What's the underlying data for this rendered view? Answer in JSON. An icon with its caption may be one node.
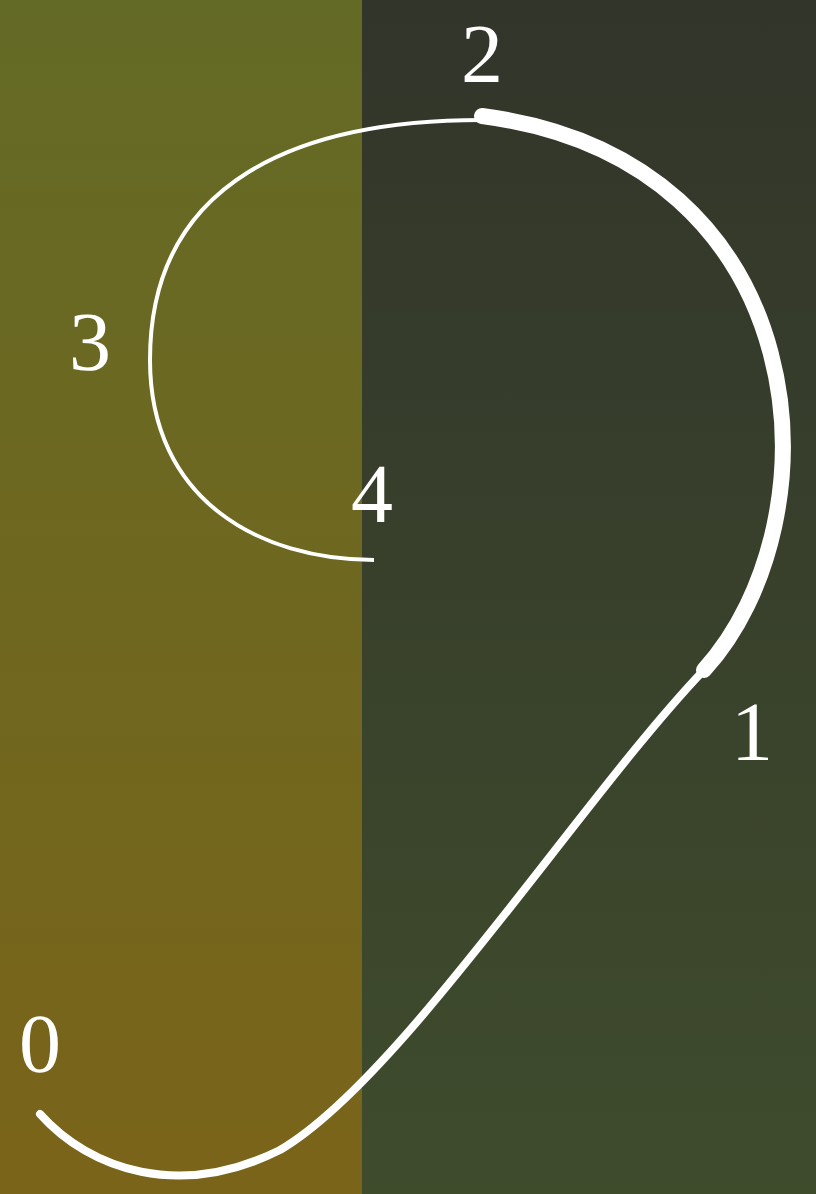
{
  "diagram": {
    "labels": [
      "2",
      "3",
      "4",
      "1",
      "0"
    ]
  }
}
